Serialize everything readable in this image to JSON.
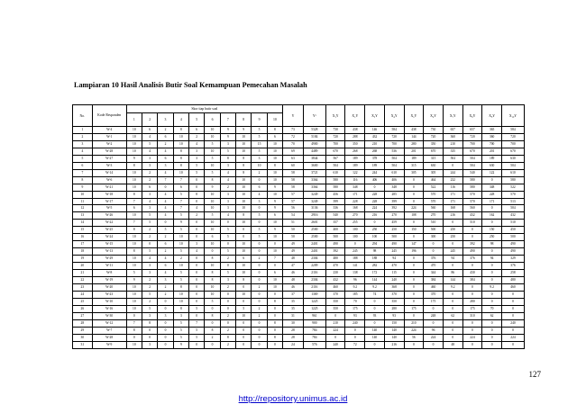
{
  "title": "Lampiaran 10 Hasil Analisis Butir Soal Kemampuan Pemecahan Masalah",
  "table": {
    "header": {
      "no": "No.",
      "kode": "Kode Responden",
      "skor_group": "Skor tiap butir soal",
      "items": [
        "1",
        "2",
        "3",
        "4",
        "5",
        "6",
        "7",
        "8",
        "9",
        "10"
      ],
      "stats": [
        "Y",
        "Y²",
        "X₁Y",
        "X₂Y",
        "X₃Y",
        "X₄Y",
        "X₅Y",
        "X₆Y",
        "X₇Y",
        "X₈Y",
        "X₉Y",
        "X₁₀Y"
      ]
    },
    "rows": [
      {
        "no": "1",
        "kode": "W-4",
        "vals": [
          "10",
          "6",
          "2",
          "8",
          "6",
          "10",
          "9",
          "9",
          "5",
          "8",
          "73",
          "5328",
          "730",
          "438",
          "146",
          "584",
          "438",
          "730",
          "657",
          "657",
          "365",
          "584"
        ]
      },
      {
        "no": "2",
        "kode": "W-1",
        "vals": [
          "10",
          "4",
          "6",
          "10",
          "2",
          "10",
          "9",
          "10",
          "5",
          "6",
          "72",
          "5184",
          "720",
          "288",
          "432",
          "720",
          "144",
          "720",
          "360",
          "720",
          "360",
          "720"
        ]
      },
      {
        "no": "3",
        "kode": "W-2",
        "vals": [
          "10",
          "5",
          "2",
          "10",
          "4",
          "5",
          "3",
          "10",
          "15",
          "10",
          "70",
          "4900",
          "700",
          "350",
          "210",
          "700",
          "280",
          "350",
          "210",
          "700",
          "700",
          "700"
        ]
      },
      {
        "no": "4",
        "kode": "W-28",
        "vals": [
          "10",
          "4",
          "4",
          "8",
          "3",
          "10",
          "5",
          "10",
          "5",
          "10",
          "69",
          "4489",
          "670",
          "268",
          "268",
          "536",
          "201",
          "670",
          "335",
          "670",
          "201",
          "670"
        ]
      },
      {
        "no": "5",
        "kode": "W-27",
        "vals": [
          "9",
          "3",
          "6",
          "8",
          "3",
          "5",
          "8",
          "8",
          "3",
          "10",
          "63",
          "3844",
          "567",
          "189",
          "378",
          "504",
          "189",
          "315",
          "504",
          "504",
          "189",
          "630"
        ]
      },
      {
        "no": "6",
        "kode": "W-3",
        "vals": [
          "8",
          "3",
          "3",
          "8",
          "5",
          "10",
          "3",
          "8",
          "10",
          "8",
          "60",
          "3600",
          "504",
          "189",
          "189",
          "504",
          "315",
          "630",
          "0",
          "504",
          "630",
          "504"
        ]
      },
      {
        "no": "7",
        "kode": "W-14",
        "vals": [
          "10",
          "2",
          "4",
          "10",
          "5",
          "5",
          "4",
          "8",
          "2",
          "10",
          "58",
          "3721",
          "610",
          "122",
          "244",
          "610",
          "305",
          "305",
          "244",
          "540",
          "122",
          "610"
        ]
      },
      {
        "no": "8",
        "kode": "W-6",
        "vals": [
          "10",
          "2",
          "7",
          "7",
          "0",
          "8",
          "4",
          "10",
          "0",
          "10",
          "58",
          "3364",
          "580",
          "116",
          "406",
          "406",
          "0",
          "464",
          "232",
          "580",
          "0",
          "580"
        ]
      },
      {
        "no": "9",
        "kode": "W-21",
        "vals": [
          "10",
          "6",
          "0",
          "6",
          "0",
          "9",
          "2",
          "10",
          "6",
          "9",
          "58",
          "3364",
          "580",
          "348",
          "0",
          "348",
          "0",
          "522",
          "116",
          "580",
          "348",
          "522"
        ]
      },
      {
        "no": "10",
        "kode": "W-18",
        "vals": [
          "8",
          "3",
          "4",
          "5",
          "8",
          "10",
          "3",
          "10",
          "4",
          "10",
          "57",
          "3249",
          "456",
          "171",
          "228",
          "285",
          "0",
          "570",
          "171",
          "570",
          "228",
          "570"
        ]
      },
      {
        "no": "11",
        "kode": "W-17",
        "vals": [
          "7",
          "4",
          "4",
          "7",
          "0",
          "10",
          "3",
          "10",
          "3",
          "9",
          "57",
          "3249",
          "399",
          "228",
          "228",
          "399",
          "0",
          "570",
          "171",
          "570",
          "171",
          "513"
        ]
      },
      {
        "no": "12",
        "kode": "W-5",
        "vals": [
          "6",
          "3",
          "4",
          "7",
          "4",
          "10",
          "3",
          "10",
          "0",
          "9",
          "56",
          "3136",
          "336",
          "168",
          "224",
          "392",
          "224",
          "560",
          "168",
          "560",
          "0",
          "504"
        ]
      },
      {
        "no": "13",
        "kode": "W-26",
        "vals": [
          "10",
          "5",
          "4",
          "5",
          "2",
          "5",
          "4",
          "8",
          "5",
          "6",
          "54",
          "2916",
          "540",
          "270",
          "216",
          "270",
          "108",
          "270",
          "216",
          "432",
          "162",
          "432"
        ]
      },
      {
        "no": "14",
        "kode": "W-22",
        "vals": [
          "7",
          "5",
          "0",
          "9",
          "0",
          "10",
          "0",
          "10",
          "0",
          "10",
          "51",
          "2601",
          "357",
          "255",
          "0",
          "459",
          "0",
          "510",
          "0",
          "510",
          "0",
          "510"
        ]
      },
      {
        "no": "15",
        "kode": "W-25",
        "vals": [
          "8",
          "2",
          "5",
          "5",
          "0",
          "10",
          "5",
          "0",
          "5",
          "9",
          "50",
          "2500",
          "400",
          "100",
          "250",
          "250",
          "150",
          "500",
          "250",
          "0",
          "150",
          "450"
        ]
      },
      {
        "no": "16",
        "kode": "W-24",
        "vals": [
          "10",
          "2",
          "2",
          "10",
          "0",
          "6",
          "5",
          "0",
          "5",
          "10",
          "50",
          "2500",
          "500",
          "100",
          "100",
          "500",
          "0",
          "300",
          "250",
          "0",
          "250",
          "500"
        ]
      },
      {
        "no": "17",
        "kode": "W-15",
        "vals": [
          "10",
          "0",
          "6",
          "10",
          "3",
          "10",
          "0",
          "10",
          "0",
          "0",
          "49",
          "2401",
          "490",
          "0",
          "294",
          "490",
          "147",
          "0",
          "0",
          "392",
          "98",
          "490"
        ]
      },
      {
        "no": "18",
        "kode": "W-13",
        "vals": [
          "8",
          "5",
          "2",
          "5",
          "4",
          "0",
          "5",
          "10",
          "0",
          "10",
          "49",
          "2401",
          "392",
          "245",
          "98",
          "245",
          "196",
          "0",
          "245",
          "490",
          "0",
          "490"
        ]
      },
      {
        "no": "19",
        "kode": "W-29",
        "vals": [
          "10",
          "4",
          "4",
          "2",
          "0",
          "8",
          "2",
          "6",
          "2",
          "7",
          "48",
          "2304",
          "480",
          "188",
          "188",
          "94",
          "0",
          "376",
          "94",
          "376",
          "94",
          "329"
        ]
      },
      {
        "no": "20",
        "kode": "W-11",
        "vals": [
          "10",
          "3",
          "6",
          "10",
          "0",
          "10",
          "0",
          "10",
          "0",
          "0",
          "47",
          "2209",
          "470",
          "141",
          "282",
          "470",
          "0",
          "470",
          "0",
          "0",
          "0",
          "376"
        ]
      },
      {
        "no": "21",
        "kode": "W-8",
        "vals": [
          "5",
          "3",
          "4",
          "5",
          "0",
          "8",
          "5",
          "10",
          "0",
          "6",
          "46",
          "2116",
          "230",
          "138",
          "172",
          "115",
          "0",
          "344",
          "86",
          "430",
          "0",
          "258"
        ]
      },
      {
        "no": "22",
        "kode": "W-19",
        "vals": [
          "9",
          "2",
          "3",
          "5",
          "0",
          "8",
          "3",
          "8",
          "0",
          "10",
          "48",
          "2304",
          "432",
          "96",
          "144",
          "240",
          "0",
          "384",
          "144",
          "384",
          "0",
          "480"
        ]
      },
      {
        "no": "23",
        "kode": "W-20",
        "vals": [
          "10",
          "2",
          "2",
          "8",
          "0",
          "10",
          "2",
          "0",
          "2",
          "10",
          "46",
          "2116",
          "460",
          "9.2",
          "9.2",
          "368",
          "0",
          "460",
          "9.2",
          "0",
          "9.2",
          "460"
        ]
      },
      {
        "no": "24",
        "kode": "W-23",
        "vals": [
          "10",
          "5",
          "2",
          "10",
          "0",
          "10",
          "0",
          "10",
          "0",
          "0",
          "37",
          "1369",
          "370",
          "185",
          "74",
          "370",
          "0",
          "370",
          "0",
          "0",
          "0",
          "0"
        ]
      },
      {
        "no": "25",
        "kode": "W-10",
        "vals": [
          "10",
          "2",
          "0",
          "10",
          "0",
          "5",
          "0",
          "0",
          "0",
          "8",
          "35",
          "1225",
          "350",
          "70",
          "0",
          "350",
          "0",
          "175",
          "0",
          "280",
          "0",
          "0"
        ]
      },
      {
        "no": "26",
        "kode": "W-16",
        "vals": [
          "10",
          "5",
          "0",
          "8",
          "5",
          "0",
          "0",
          "5",
          "2",
          "0",
          "35",
          "1225",
          "350",
          "175",
          "0",
          "280",
          "175",
          "0",
          "0",
          "175",
          "70",
          "0"
        ]
      },
      {
        "no": "27",
        "kode": "W-30",
        "vals": [
          "0",
          "3",
          "3",
          "3",
          "0",
          "8",
          "2",
          "10",
          "2",
          "0",
          "31",
          "961",
          "0",
          "93",
          "93",
          "93",
          "0",
          "248",
          "62",
          "310",
          "62",
          "0"
        ]
      },
      {
        "no": "28",
        "kode": "W-12",
        "vals": [
          "7",
          "8",
          "0",
          "5",
          "7",
          "0",
          "0",
          "0",
          "0",
          "8",
          "30",
          "900",
          "210",
          "240",
          "0",
          "150",
          "210",
          "0",
          "0",
          "0",
          "0",
          "240"
        ]
      },
      {
        "no": "29",
        "kode": "W-7",
        "vals": [
          "8",
          "0",
          "0",
          "5",
          "5",
          "8",
          "2",
          "0",
          "0",
          "0",
          "28",
          "784",
          "224",
          "0",
          "140",
          "140",
          "224",
          "96",
          "0",
          "0",
          "0",
          "0"
        ]
      },
      {
        "no": "30",
        "kode": "W-28",
        "vals": [
          "0",
          "0",
          "0",
          "5",
          "5",
          "2",
          "8",
          "0",
          "0",
          "8",
          "28",
          "784",
          "0",
          "0",
          "140",
          "140",
          "56",
          "224",
          "0",
          "224",
          "0",
          "224"
        ]
      },
      {
        "no": "31",
        "kode": "W-9",
        "vals": [
          "10",
          "3",
          "0",
          "9",
          "0",
          "0",
          "2",
          "0",
          "0",
          "0",
          "24",
          "576",
          "240",
          "72",
          "0",
          "216",
          "0",
          "0",
          "48",
          "0",
          "0",
          "0"
        ]
      }
    ]
  },
  "page_number": "127",
  "footer_link": "http://repository.unimus.ac.id"
}
